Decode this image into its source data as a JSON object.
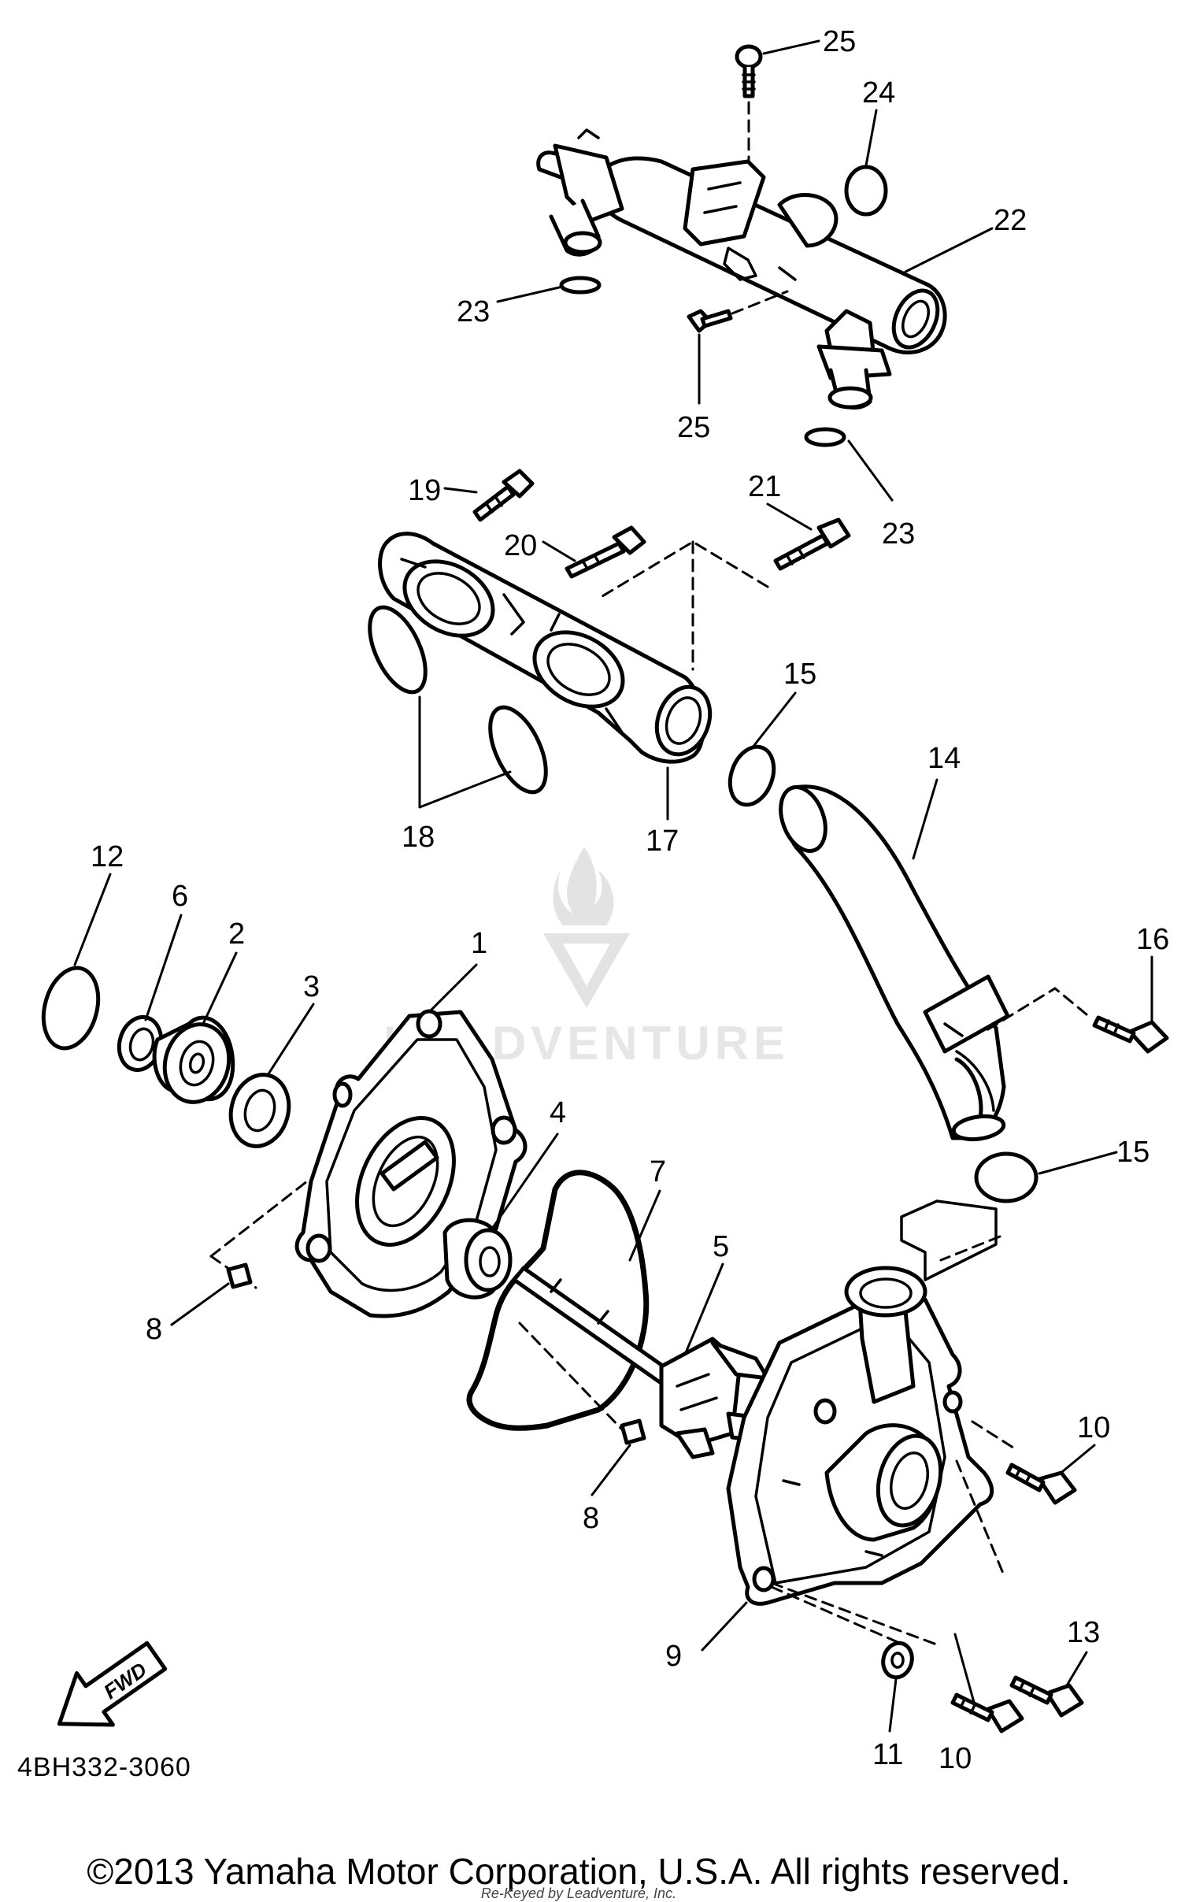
{
  "diagram_code": "4BH332-3060",
  "copyright": "©2013 Yamaha Motor Corporation, U.S.A. All rights reserved.",
  "fwd_label": "FWD",
  "watermark_text": "LEADVENTURE",
  "credit": "Re-Keyed by Leadventure, Inc.",
  "callouts": {
    "c1": "1",
    "c2": "2",
    "c3": "3",
    "c4": "4",
    "c5": "5",
    "c6": "6",
    "c7": "7",
    "c8a": "8",
    "c8b": "8",
    "c9": "9",
    "c10a": "10",
    "c10b": "10",
    "c11": "11",
    "c12": "12",
    "c13": "13",
    "c14": "14",
    "c15a": "15",
    "c15b": "15",
    "c16": "16",
    "c17": "17",
    "c18": "18",
    "c19": "19",
    "c20": "20",
    "c21": "21",
    "c22": "22",
    "c23a": "23",
    "c23b": "23",
    "c24": "24",
    "c25a": "25",
    "c25b": "25"
  }
}
